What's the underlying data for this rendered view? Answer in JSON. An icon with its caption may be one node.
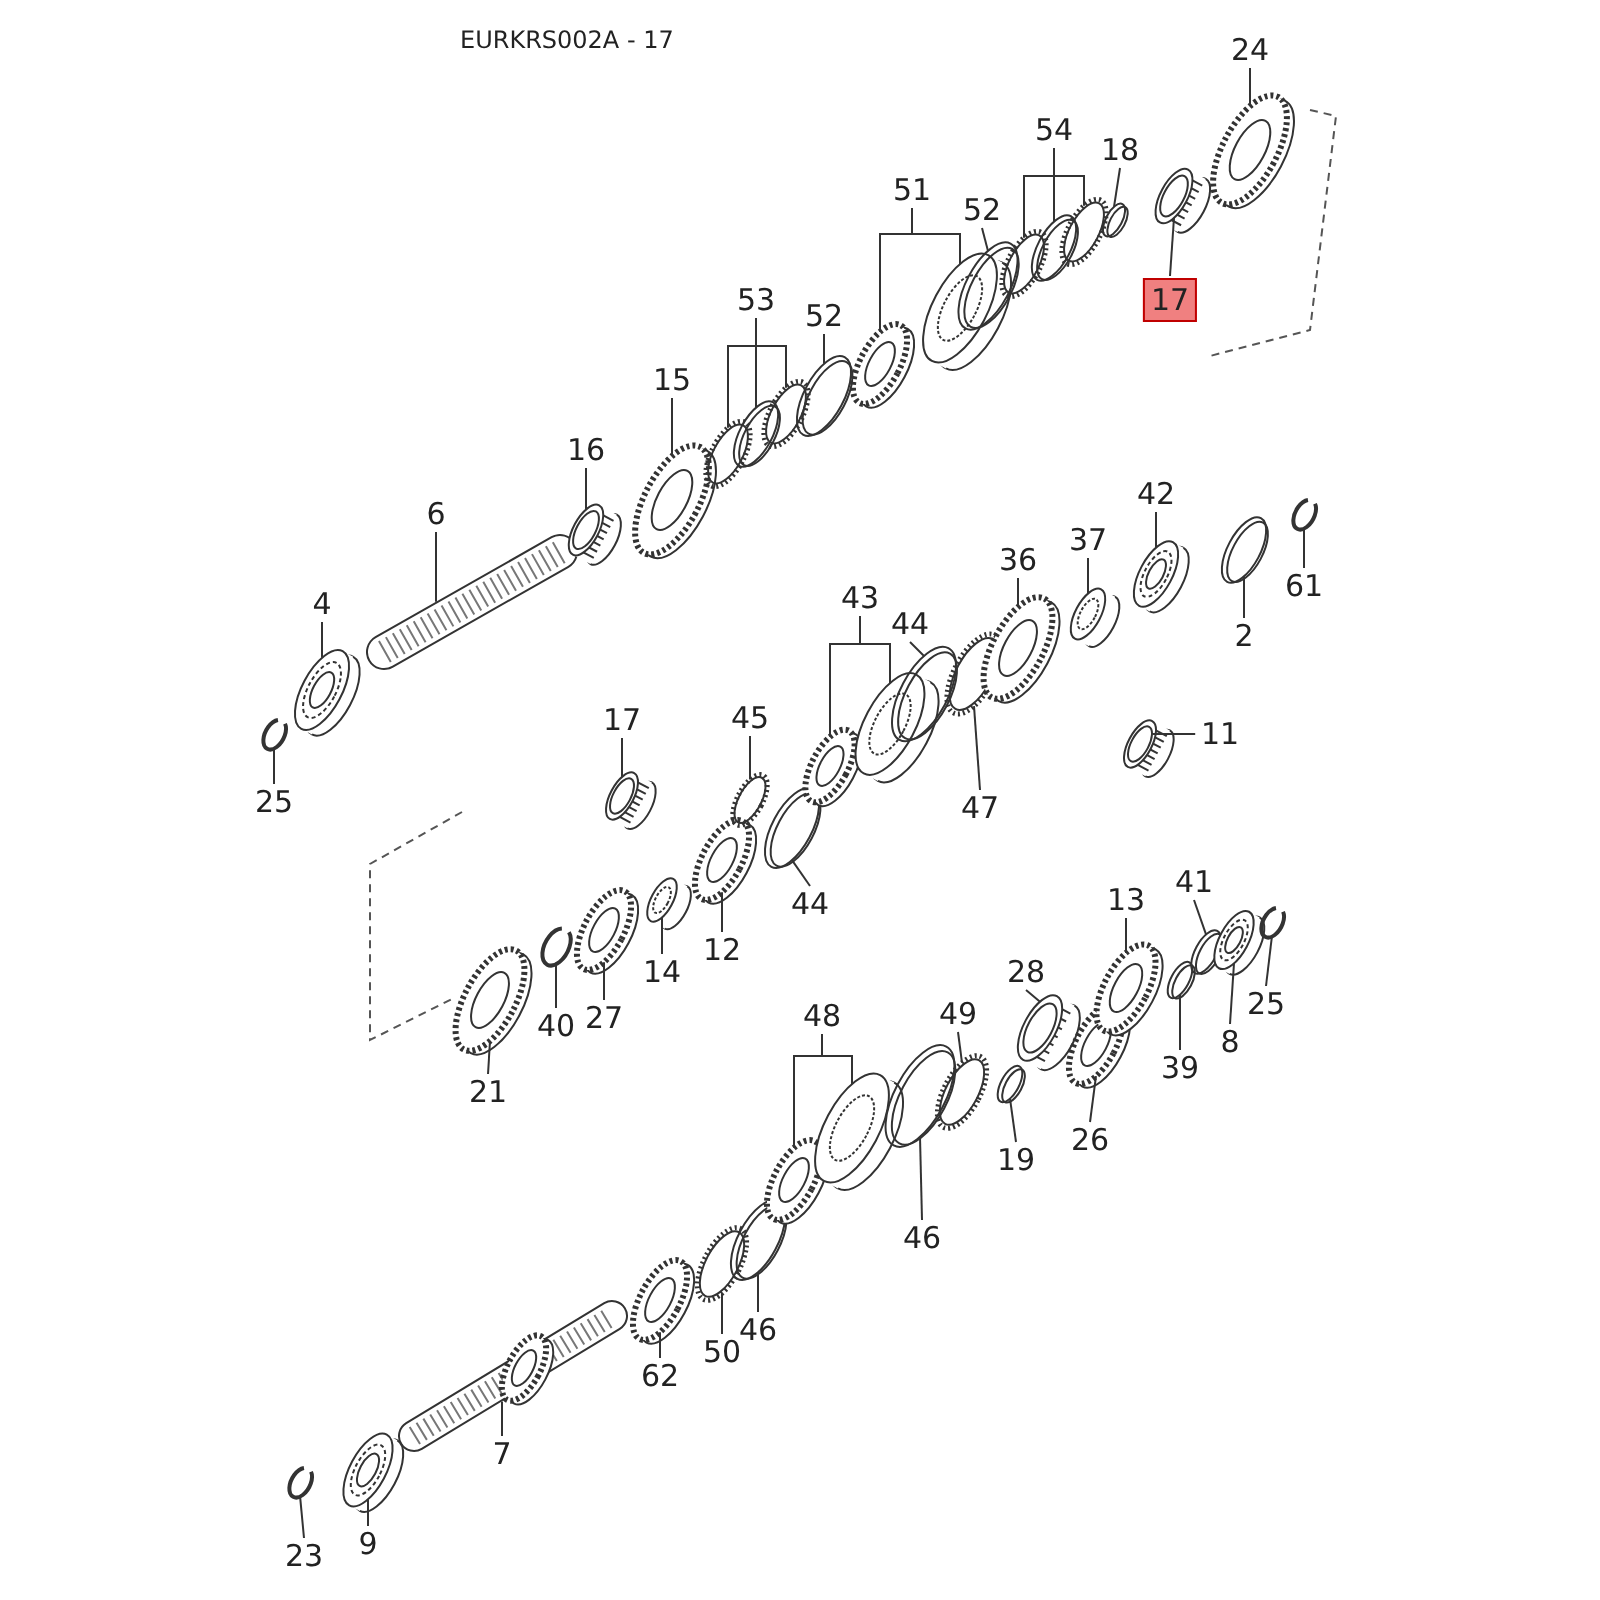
{
  "diagram": {
    "title": "EURKRS002A - 17",
    "nodes": [
      {
        "text": [
          "24"
        ]
      },
      {
        "text": [
          "54"
        ]
      },
      {
        "text": [
          "18"
        ]
      },
      {
        "text": [
          "51"
        ]
      },
      {
        "text": [
          "52"
        ]
      },
      {
        "text": [
          "17"
        ]
      },
      {
        "text": [
          "53"
        ]
      },
      {
        "text": [
          "52"
        ]
      },
      {
        "text": [
          "15"
        ]
      },
      {
        "text": [
          "16"
        ]
      },
      {
        "text": [
          "42"
        ]
      },
      {
        "text": [
          "6"
        ]
      },
      {
        "text": [
          "37"
        ]
      },
      {
        "text": [
          "36"
        ]
      },
      {
        "text": [
          "61"
        ]
      },
      {
        "text": [
          "43"
        ]
      },
      {
        "text": [
          "4"
        ]
      },
      {
        "text": [
          "44"
        ]
      },
      {
        "text": [
          "2"
        ]
      },
      {
        "text": [
          "45"
        ]
      },
      {
        "text": [
          "17"
        ]
      },
      {
        "text": [
          "11"
        ]
      },
      {
        "text": [
          "25"
        ]
      },
      {
        "text": [
          "47"
        ]
      },
      {
        "text": [
          "13"
        ]
      },
      {
        "text": [
          "41"
        ]
      },
      {
        "text": [
          "44"
        ]
      },
      {
        "text": [
          "12"
        ]
      },
      {
        "text": [
          "14"
        ]
      },
      {
        "text": [
          "28"
        ]
      },
      {
        "text": [
          "25"
        ]
      },
      {
        "text": [
          "49"
        ]
      },
      {
        "text": [
          "48"
        ]
      },
      {
        "text": [
          "27"
        ]
      },
      {
        "text": [
          "40"
        ]
      },
      {
        "text": [
          "8"
        ]
      },
      {
        "text": [
          "39"
        ]
      },
      {
        "text": [
          "21"
        ]
      },
      {
        "text": [
          "26"
        ]
      },
      {
        "text": [
          "19"
        ]
      },
      {
        "text": [
          "46"
        ]
      },
      {
        "text": [
          "46"
        ]
      },
      {
        "text": [
          "50"
        ]
      },
      {
        "text": [
          "62"
        ]
      },
      {
        "text": [
          "7"
        ]
      },
      {
        "text": [
          "9"
        ]
      },
      {
        "text": [
          "23"
        ]
      },
      {
        "text": [],
        "shape": "gear"
      },
      {
        "text": [],
        "shape": "ring"
      },
      {
        "text": [],
        "shape": "ring"
      },
      {
        "text": [],
        "shape": "ring"
      },
      {
        "text": [],
        "shape": "ring"
      },
      {
        "text": [],
        "shape": "gear"
      },
      {
        "text": [],
        "shape": "sleeve"
      },
      {
        "text": [],
        "shape": "ring"
      },
      {
        "text": [],
        "shape": "bearing"
      },
      {
        "text": [],
        "shape": "ring"
      },
      {
        "text": [],
        "shape": "ring"
      },
      {
        "text": [],
        "shape": "ring"
      },
      {
        "text": [],
        "shape": "ring"
      },
      {
        "text": [],
        "shape": "gear"
      },
      {
        "text": [],
        "shape": "bearing"
      },
      {
        "text": [],
        "shape": "bearing"
      },
      {
        "text": [],
        "shape": "shaft"
      },
      {
        "text": [],
        "shape": "sleeve"
      },
      {
        "text": [],
        "shape": "gear"
      },
      {
        "text": [],
        "shape": "clip"
      },
      {
        "text": [],
        "shape": "gear"
      },
      {
        "text": [],
        "shape": "sleeve"
      },
      {
        "text": [],
        "shape": "bearing"
      },
      {
        "text": [],
        "shape": "ring"
      },
      {
        "text": [],
        "shape": "ring"
      },
      {
        "text": [],
        "shape": "ring"
      },
      {
        "text": [],
        "shape": "bearing"
      },
      {
        "text": [],
        "shape": "bearing"
      },
      {
        "text": [],
        "shape": "clip"
      },
      {
        "text": [],
        "shape": "ring"
      },
      {
        "text": [],
        "shape": "gear"
      },
      {
        "text": [],
        "shape": "ring"
      },
      {
        "text": [],
        "shape": "ring"
      },
      {
        "text": [],
        "shape": "gear"
      },
      {
        "text": [],
        "shape": "sleeve"
      },
      {
        "text": [],
        "shape": "bearing"
      },
      {
        "text": [],
        "shape": "clip"
      },
      {
        "text": [],
        "shape": "ring"
      },
      {
        "text": [],
        "shape": "gear"
      },
      {
        "text": [],
        "shape": "sleeve"
      },
      {
        "text": [],
        "shape": "gear"
      },
      {
        "text": [],
        "shape": "clip"
      },
      {
        "text": [],
        "shape": "bearing"
      },
      {
        "text": [],
        "shape": "ring"
      },
      {
        "text": [],
        "shape": "gear"
      },
      {
        "text": [],
        "shape": "gear"
      },
      {
        "text": [],
        "shape": "ring"
      },
      {
        "text": [],
        "shape": "ring"
      },
      {
        "text": [],
        "shape": "ring"
      },
      {
        "text": [],
        "shape": "ring"
      },
      {
        "text": [],
        "shape": "gear"
      },
      {
        "text": [],
        "shape": "shaft"
      },
      {
        "text": [],
        "shape": "bearing"
      },
      {
        "text": [],
        "shape": "clip"
      }
    ],
    "edges": [
      {
        "from": 0,
        "to": 47,
        "arrow": "none"
      },
      {
        "from": 1,
        "to": 48,
        "arrow": "none"
      },
      {
        "from": 1,
        "to": 49,
        "arrow": "none"
      },
      {
        "from": 1,
        "to": 50,
        "arrow": "none"
      },
      {
        "from": 2,
        "to": 51,
        "arrow": "none"
      },
      {
        "from": 3,
        "to": 52,
        "arrow": "none"
      },
      {
        "from": 3,
        "to": 53,
        "arrow": "none"
      },
      {
        "from": 4,
        "to": 54,
        "arrow": "none"
      },
      {
        "from": 5,
        "to": 55,
        "arrow": "none"
      },
      {
        "from": 6,
        "to": 56,
        "arrow": "none"
      },
      {
        "from": 6,
        "to": 57,
        "arrow": "none"
      },
      {
        "from": 6,
        "to": 58,
        "arrow": "none"
      },
      {
        "from": 7,
        "to": 59,
        "arrow": "none"
      },
      {
        "from": 8,
        "to": 60,
        "arrow": "none"
      },
      {
        "from": 9,
        "to": 61,
        "arrow": "none"
      },
      {
        "from": 10,
        "to": 62,
        "arrow": "none"
      },
      {
        "from": 11,
        "to": 63,
        "arrow": "none"
      },
      {
        "from": 12,
        "to": 64,
        "arrow": "none"
      },
      {
        "from": 13,
        "to": 65,
        "arrow": "none"
      },
      {
        "from": 14,
        "to": 66,
        "arrow": "none"
      },
      {
        "from": 15,
        "to": 67,
        "arrow": "none"
      },
      {
        "from": 15,
        "to": 68,
        "arrow": "none"
      },
      {
        "from": 16,
        "to": 69,
        "arrow": "none"
      },
      {
        "from": 17,
        "to": 70,
        "arrow": "none"
      },
      {
        "from": 18,
        "to": 71,
        "arrow": "none"
      },
      {
        "from": 19,
        "to": 72,
        "arrow": "none"
      },
      {
        "from": 20,
        "to": 73,
        "arrow": "none"
      },
      {
        "from": 21,
        "to": 74,
        "arrow": "none"
      },
      {
        "from": 22,
        "to": 75,
        "arrow": "none"
      },
      {
        "from": 23,
        "to": 76,
        "arrow": "none"
      },
      {
        "from": 24,
        "to": 77,
        "arrow": "none"
      },
      {
        "from": 25,
        "to": 78,
        "arrow": "none"
      },
      {
        "from": 26,
        "to": 79,
        "arrow": "none"
      },
      {
        "from": 27,
        "to": 80,
        "arrow": "none"
      },
      {
        "from": 28,
        "to": 81,
        "arrow": "none"
      },
      {
        "from": 29,
        "to": 82,
        "arrow": "none"
      },
      {
        "from": 30,
        "to": 83,
        "arrow": "none"
      },
      {
        "from": 31,
        "to": 84,
        "arrow": "none"
      },
      {
        "from": 32,
        "to": 85,
        "arrow": "none"
      },
      {
        "from": 32,
        "to": 86,
        "arrow": "none"
      },
      {
        "from": 33,
        "to": 87,
        "arrow": "none"
      },
      {
        "from": 34,
        "to": 88,
        "arrow": "none"
      },
      {
        "from": 35,
        "to": 89,
        "arrow": "none"
      },
      {
        "from": 36,
        "to": 90,
        "arrow": "none"
      },
      {
        "from": 37,
        "to": 91,
        "arrow": "none"
      },
      {
        "from": 38,
        "to": 92,
        "arrow": "none"
      },
      {
        "from": 39,
        "to": 93,
        "arrow": "none"
      },
      {
        "from": 40,
        "to": 94,
        "arrow": "none"
      },
      {
        "from": 41,
        "to": 95,
        "arrow": "none"
      },
      {
        "from": 42,
        "to": 96,
        "arrow": "none"
      },
      {
        "from": 43,
        "to": 97,
        "arrow": "none"
      },
      {
        "from": 44,
        "to": 98,
        "arrow": "none"
      },
      {
        "from": 45,
        "to": 99,
        "arrow": "none"
      },
      {
        "from": 46,
        "to": 100,
        "arrow": "none"
      }
    ]
  }
}
